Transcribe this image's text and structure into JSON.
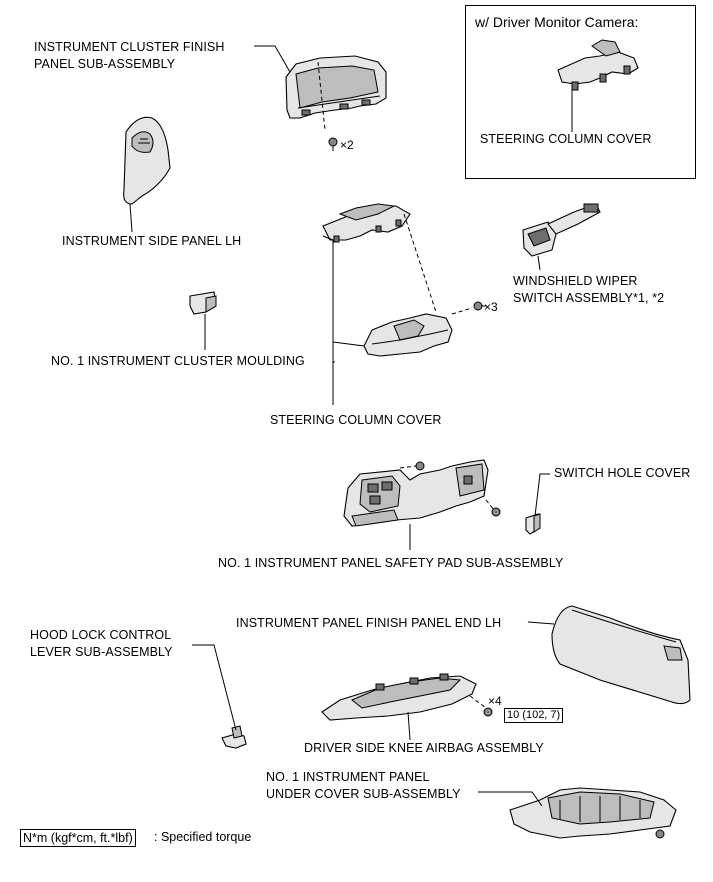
{
  "inset": {
    "title": "w/ Driver Monitor Camera:",
    "part_label": "STEERING COLUMN COVER"
  },
  "labels": {
    "instrument_cluster_finish_line1": "INSTRUMENT CLUSTER FINISH",
    "instrument_cluster_finish_line2": "PANEL SUB-ASSEMBLY",
    "instrument_side_panel": "INSTRUMENT SIDE PANEL LH",
    "wiper_switch_line1": "WINDSHIELD WIPER",
    "wiper_switch_line2": "SWITCH ASSEMBLY*1, *2",
    "cluster_moulding": "NO. 1 INSTRUMENT CLUSTER MOULDING",
    "steering_column_cover": "STEERING COLUMN COVER",
    "switch_hole_cover": "SWITCH HOLE COVER",
    "safety_pad": "NO. 1 INSTRUMENT PANEL SAFETY PAD SUB-ASSEMBLY",
    "finish_panel_end": "INSTRUMENT PANEL FINISH PANEL END LH",
    "hood_lock_line1": "HOOD LOCK CONTROL",
    "hood_lock_line2": "LEVER SUB-ASSEMBLY",
    "knee_airbag": "DRIVER SIDE KNEE AIRBAG ASSEMBLY",
    "under_cover_line1": "NO. 1 INSTRUMENT PANEL",
    "under_cover_line2": "UNDER COVER SUB-ASSEMBLY"
  },
  "quantities": {
    "cluster_screws": "×2",
    "column_cover_screws": "×3",
    "knee_airbag_bolts": "×4"
  },
  "torque": {
    "knee_airbag_bolt": "10 (102, 7)"
  },
  "legend": {
    "unit_box": "N*m (kgf*cm, ft.*lbf)",
    "description": ": Specified torque"
  }
}
